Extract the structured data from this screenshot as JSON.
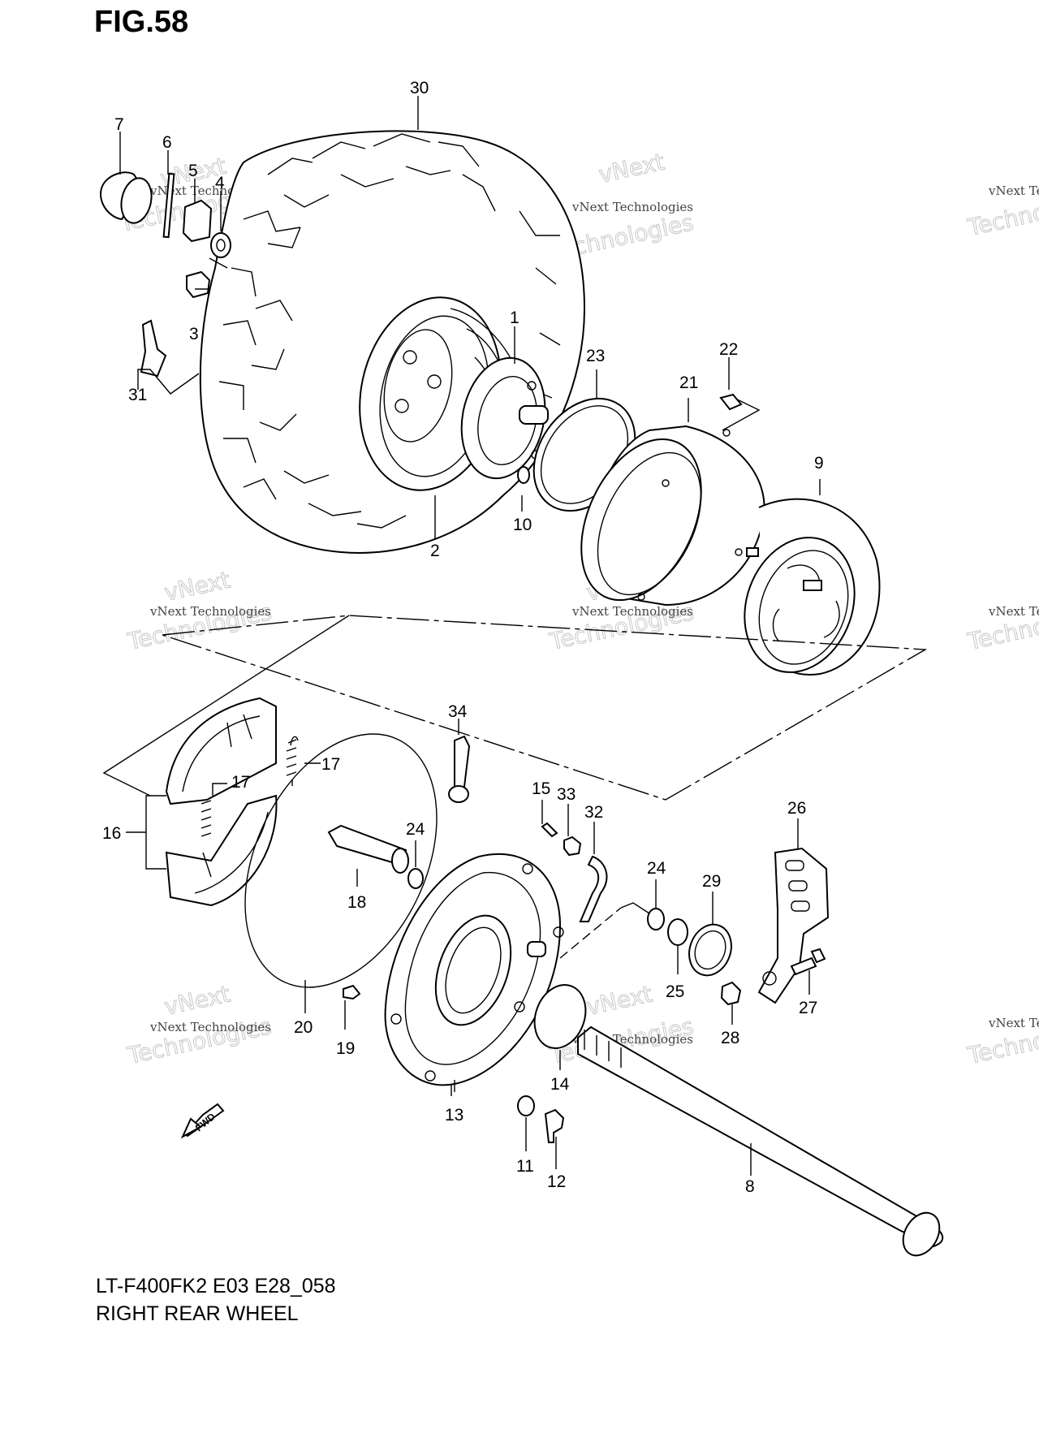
{
  "figure": {
    "title": "FIG.58",
    "model_code": "LT-F400FK2  E03  E28_058",
    "section_name": "RIGHT REAR WHEEL"
  },
  "watermark": {
    "line1": "vNext Technologies",
    "line2": "Technologies",
    "line3": "vNext"
  },
  "fwd_marker": "FWD",
  "part_labels": {
    "p1": "1",
    "p2": "2",
    "p3": "3",
    "p4": "4",
    "p5": "5",
    "p6": "6",
    "p7": "7",
    "p8": "8",
    "p9": "9",
    "p10": "10",
    "p11": "11",
    "p12": "12",
    "p13": "13",
    "p14": "14",
    "p15": "15",
    "p16": "16",
    "p17a": "17",
    "p17b": "17",
    "p18": "18",
    "p19": "19",
    "p20": "20",
    "p21": "21",
    "p22": "22",
    "p23": "23",
    "p24a": "24",
    "p24b": "24",
    "p25": "25",
    "p26": "26",
    "p27": "27",
    "p28": "28",
    "p29": "29",
    "p30": "30",
    "p31": "31",
    "p32": "32",
    "p33": "33",
    "p34": "34"
  }
}
